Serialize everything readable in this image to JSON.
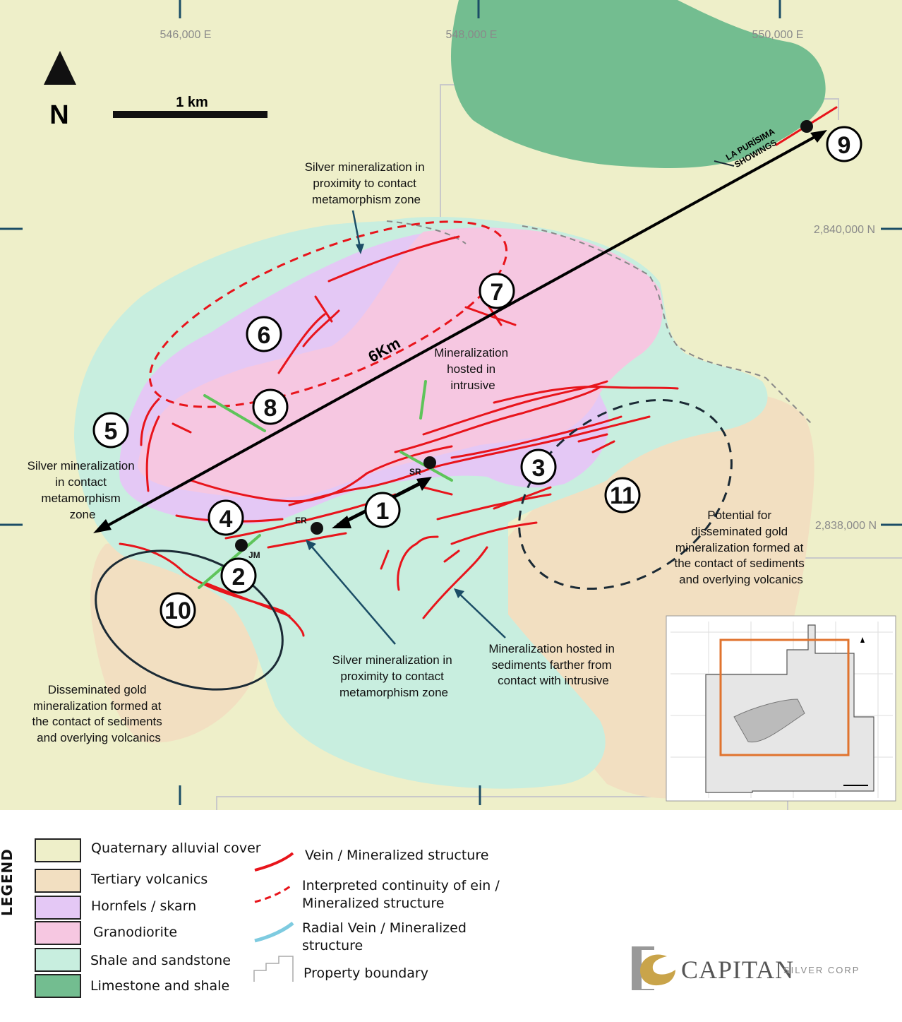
{
  "north_label": "N",
  "scale_label": "1 km",
  "coords": {
    "e1": "546,000 E",
    "e2": "548,000 E",
    "e3": "550,000 E",
    "n1": "2,840,000 N",
    "n2": "2,838,000 N"
  },
  "distance_label": "6Km",
  "showings_line1": "LA PURÍSIMA",
  "showings_line2": "SHOWINGS",
  "sites": {
    "sr": "SR",
    "er": "ER",
    "jm": "JM"
  },
  "numbers": [
    "1",
    "2",
    "3",
    "4",
    "5",
    "6",
    "7",
    "8",
    "9",
    "10",
    "11"
  ],
  "notes": {
    "top": [
      "Silver mineralization in",
      "proximity to contact",
      "metamorphism zone"
    ],
    "intrusive": [
      "Mineralization",
      "hosted in",
      "intrusive"
    ],
    "left": [
      "Silver mineralization",
      "in contact",
      "metamorphism",
      "zone"
    ],
    "right": [
      "Potential for",
      "disseminated gold",
      "mineralization formed at",
      "the contact of sediments",
      "and overlying volcanics"
    ],
    "bottom_left": [
      "Disseminated gold",
      "mineralization formed at",
      "the contact of sediments",
      "and overlying volcanics"
    ],
    "bottom_center": [
      "Silver mineralization in",
      "proximity to contact",
      "metamorphism zone"
    ],
    "bottom_right": [
      "Mineralization hosted in",
      "sediments farther from",
      "contact with intrusive"
    ]
  },
  "legend": {
    "title": "LEGEND",
    "units": [
      {
        "label": "Quaternary alluvial cover",
        "color": "#eeefc9"
      },
      {
        "label": "Tertiary volcanics",
        "color": "#f2dfc1"
      },
      {
        "label": "Hornfels / skarn",
        "color": "#e4c8f5"
      },
      {
        "label": "Granodiorite",
        "color": "#f6c7e1"
      },
      {
        "label": "Shale and sandstone",
        "color": "#c8eedf"
      },
      {
        "label": "Limestone and shale",
        "color": "#73bd90"
      }
    ],
    "vein": "Vein / Mineralized structure",
    "interp_1": "Interpreted continuity of ein /",
    "interp_2": "Mineralized structure",
    "radial_1": "Radial Vein / Mineralized",
    "radial_2": "structure",
    "boundary": "Property boundary"
  },
  "logo": {
    "name": "CAPITAN",
    "sub": "SILVER CORP"
  },
  "colors": {
    "vein": "#e8141b",
    "radial": "#5ec45a",
    "background": "#eeefc9",
    "shale": "#c8eedf",
    "granodiorite": "#f6c7e1",
    "hornfels": "#e4c8f5",
    "volcanics": "#f2dfc1",
    "limestone": "#73bd90",
    "logo_gold": "#c9a44a"
  }
}
